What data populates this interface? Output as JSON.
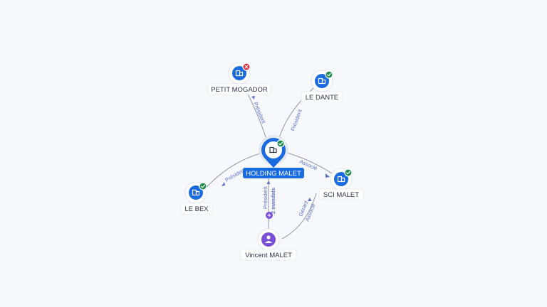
{
  "nodes": {
    "holding": {
      "label": "HOLDING MALET",
      "status": "active",
      "icon": "company-icon"
    },
    "petit_mogador": {
      "label": "PETIT MOGADOR",
      "status": "closed",
      "icon": "company-icon"
    },
    "le_dante": {
      "label": "LE DANTE",
      "status": "active",
      "icon": "company-icon"
    },
    "le_bex": {
      "label": "LE BEX",
      "status": "active",
      "icon": "company-icon"
    },
    "sci_malet": {
      "label": "SCI MALET",
      "status": "active",
      "icon": "company-icon"
    },
    "person": {
      "label": "Vincent MALET",
      "icon": "person-icon"
    }
  },
  "edges": {
    "mogador": {
      "label": "Président"
    },
    "dante": {
      "label": "Président"
    },
    "bex": {
      "label": "Président"
    },
    "sci": {
      "label": "Associé"
    },
    "person_holding": {
      "label": "Président",
      "extra": "2 mandats"
    },
    "person_sci": {
      "label": "Gérant",
      "extra": "Associé"
    }
  },
  "colors": {
    "accent": "#1a6be0",
    "person": "#7a4ed9",
    "status_ok": "#1b8a4a",
    "status_closed": "#d7263d"
  }
}
